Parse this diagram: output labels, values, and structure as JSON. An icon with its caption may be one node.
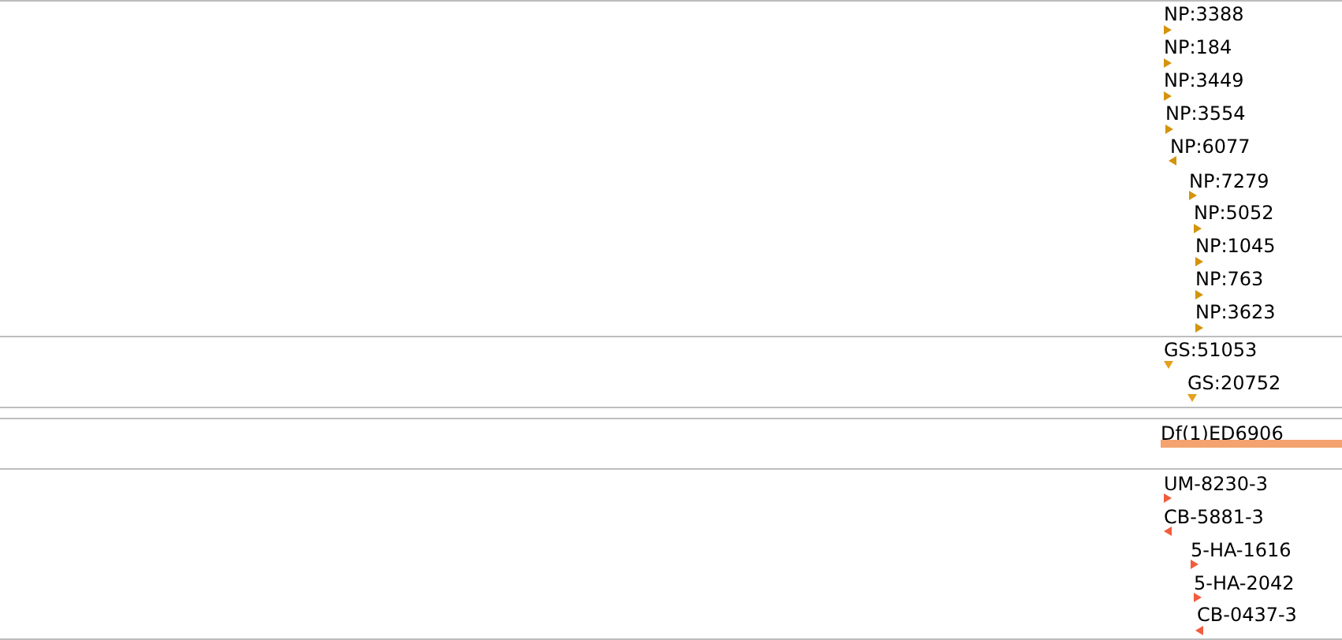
{
  "diagram": {
    "labels": [
      "NP:3388",
      "NP:184",
      "NP:3449",
      "NP:3554",
      "NP:6077",
      "NP:7279",
      "NP:5052",
      "NP:1045",
      "NP:763",
      "NP:3623",
      "GS:51053",
      "GS:20752",
      "Df(1)ED6906",
      "UM-8230-3",
      "CB-5881-3",
      "5-HA-1616",
      "5-HA-2042",
      "CB-0437-3"
    ]
  }
}
